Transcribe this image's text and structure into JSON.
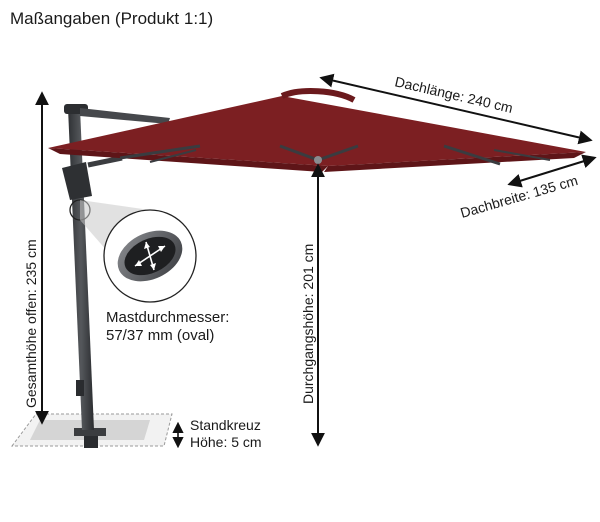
{
  "header": {
    "title": "Maßangaben (Produkt 1:1)"
  },
  "dimensions": {
    "roof_length": "Dachlänge: 240 cm",
    "roof_width": "Dachbreite: 135 cm",
    "total_height": "Gesamthöhe offen: 235 cm",
    "clearance_height": "Durchgangshöhe: 201 cm",
    "mast_diameter_line1": "Mastdurchmesser:",
    "mast_diameter_line2": "57/37 mm (oval)",
    "base_line1": "Standkreuz",
    "base_line2": "Höhe: 5 cm"
  },
  "colors": {
    "canopy": "#7c1f22",
    "canopy_dark": "#5e1518",
    "pole": "#3b3d40",
    "arrow": "#111111"
  }
}
